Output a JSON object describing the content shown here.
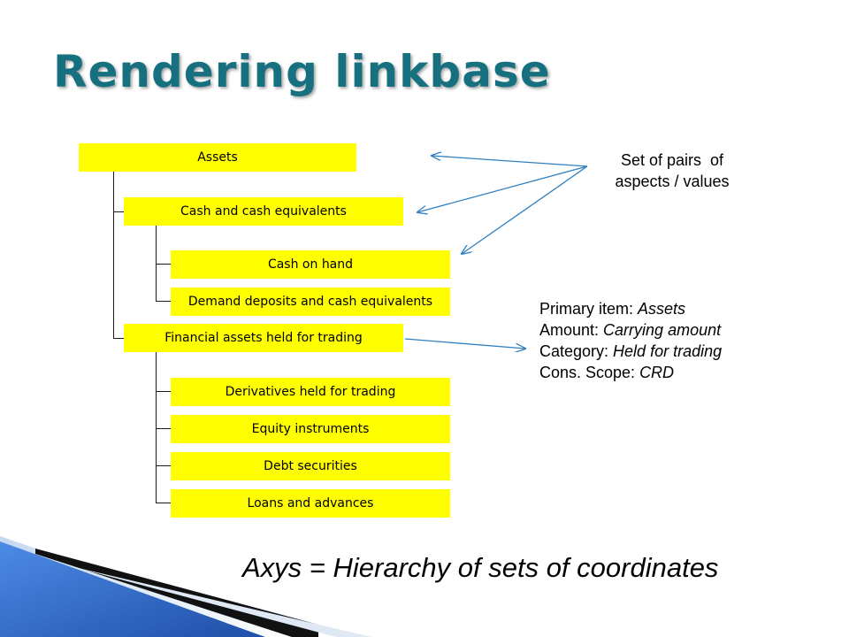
{
  "title": "Rendering linkbase",
  "tree": {
    "root": "Assets",
    "cash": "Cash and cash equivalents",
    "cash_on_hand": "Cash on hand",
    "demand_deposits": "Demand deposits and cash equivalents",
    "financial_assets": "Financial assets held for trading",
    "derivatives": "Derivatives held for trading",
    "equity": "Equity instruments",
    "debt": "Debt securities",
    "loans": "Loans and advances"
  },
  "annotation_pairs": {
    "line1": "Set of pairs  of",
    "line2": "aspects / values"
  },
  "aspects": [
    {
      "label": "Primary item: ",
      "value": "Assets"
    },
    {
      "label": "Amount: ",
      "value": "Carrying amount"
    },
    {
      "label": "Category: ",
      "value": "Held for trading"
    },
    {
      "label": "Cons. Scope: ",
      "value": "CRD"
    }
  ],
  "caption": "Axys = Hierarchy of sets of coordinates",
  "colors": {
    "title": "#17707f",
    "node_fill": "#ffff00",
    "arrow": "#2f7fc1",
    "footer_blue": "#2f66c9"
  }
}
